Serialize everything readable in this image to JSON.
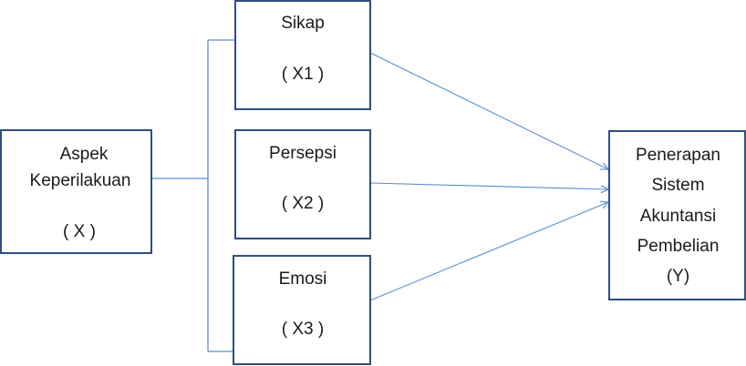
{
  "nodes": {
    "x": {
      "line1": "Aspek",
      "line2": "Keperilakuan",
      "code": "( X )"
    },
    "x1": {
      "label": "Sikap",
      "code": "( X1 )"
    },
    "x2": {
      "label": "Persepsi",
      "code": "( X2 )"
    },
    "x3": {
      "label": "Emosi",
      "code": "( X3 )"
    },
    "y": {
      "line1": "Penerapan",
      "line2": "Sistem",
      "line3": "Akuntansi",
      "line4": "Pembelian",
      "code": "(Y)"
    }
  },
  "colors": {
    "box_border": "#2e4e7e",
    "connector": "#5b8fd0"
  }
}
